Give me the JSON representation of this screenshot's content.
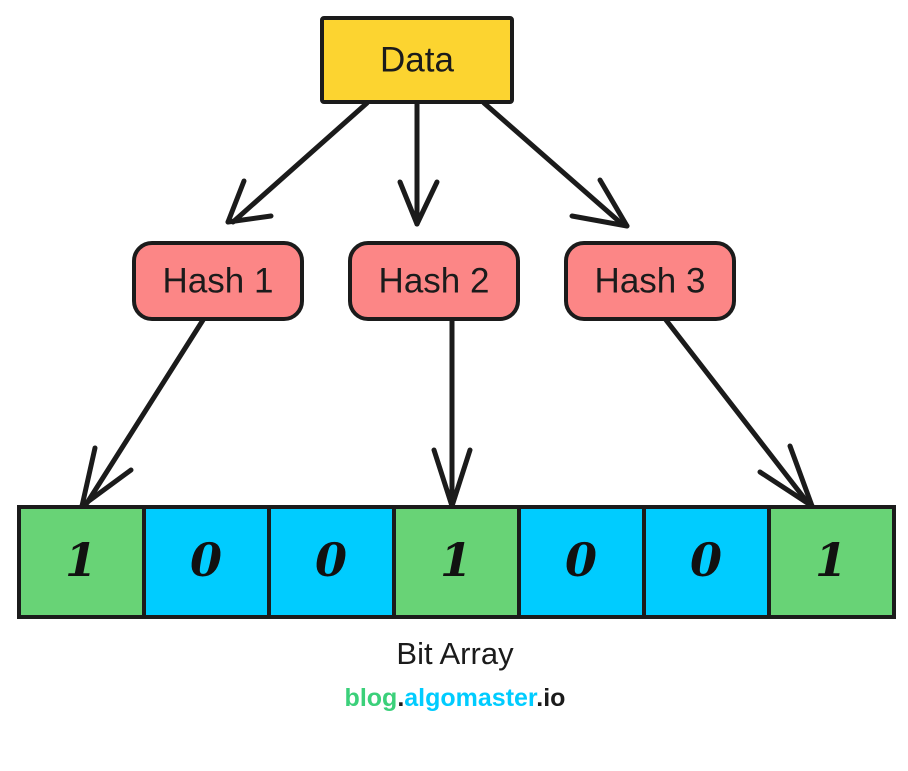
{
  "diagram": {
    "title_node": {
      "label": "Data",
      "fill": "#fcd430"
    },
    "hash_nodes": [
      {
        "label": "Hash 1",
        "fill": "#fc8686"
      },
      {
        "label": "Hash 2",
        "fill": "#fc8686"
      },
      {
        "label": "Hash 3",
        "fill": "#fc8686"
      }
    ],
    "bit_array": {
      "caption": "Bit Array",
      "set_fill": "#68d376",
      "unset_fill": "#00ccff",
      "cells": [
        {
          "value": "1",
          "state": "set"
        },
        {
          "value": "0",
          "state": "unset"
        },
        {
          "value": "0",
          "state": "unset"
        },
        {
          "value": "1",
          "state": "set"
        },
        {
          "value": "0",
          "state": "unset"
        },
        {
          "value": "0",
          "state": "unset"
        },
        {
          "value": "1",
          "state": "set"
        }
      ]
    },
    "stroke_color": "#1b1b1b"
  },
  "watermark": {
    "part1": "blog",
    "dot1": ".",
    "part2": "algomaster",
    "part3": ".io",
    "color1": "#3bd07a",
    "color2": "#00ccff",
    "color3": "#1b1b1b"
  }
}
